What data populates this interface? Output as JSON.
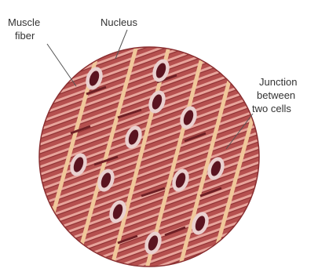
{
  "labels": {
    "muscle_fiber": [
      "Muscle",
      "fiber"
    ],
    "nucleus": "Nucleus",
    "junction": [
      "Junction",
      "between",
      "two cells"
    ]
  },
  "colors": {
    "cell_fill": "#b5504f",
    "cell_dark": "#8a2f31",
    "striation": "#e7a49b",
    "striation_dark": "#6e1f24",
    "gap": "#f0c79a",
    "nucleus_fill": "#5a1420",
    "nucleus_rim": "#e9d0cf",
    "leader": "#555555"
  }
}
